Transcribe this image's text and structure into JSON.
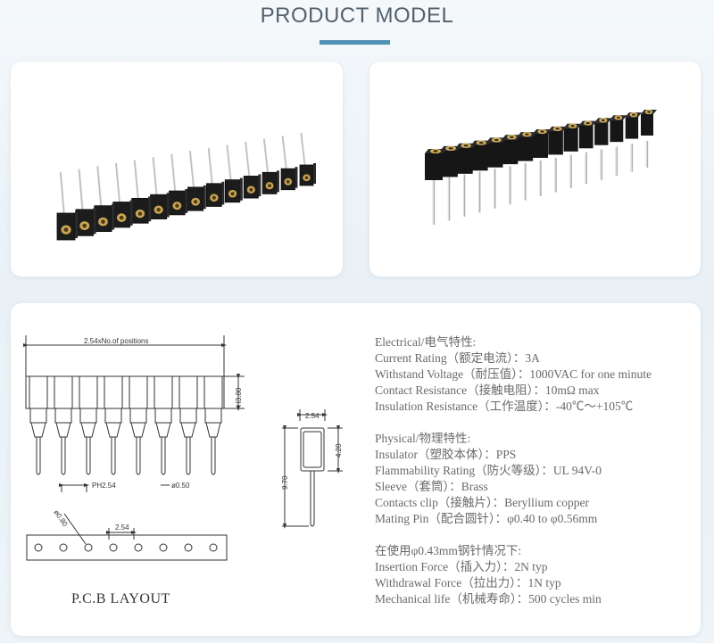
{
  "header": {
    "title": "PRODUCT MODEL"
  },
  "drawing": {
    "total_width_label": "2.54xNo.of  positions",
    "height_label": "H3.00",
    "pitch_label": "PH2.54",
    "pin_diameter_label": "ø0.50",
    "side_width_label": "2.54",
    "side_body_label": "4.20",
    "side_total_label": "9.70",
    "pcb_hole_label": "ø0.80",
    "pcb_pitch_label": "2.54",
    "pcb_layout_label": "P.C.B  LAYOUT"
  },
  "specs": {
    "electrical": [
      "Electrical/电气特性:",
      "Current Rating（额定电流）：3A",
      "Withstand Voltage（耐压值）：1000VAC for one minute",
      "Contact Resistance（接触电阻）：10mΩ max",
      "Insulation Resistance（工作温度）：-40℃～+105℃"
    ],
    "physical": [
      "Physical/物理特性:",
      "Insulator（塑胶本体）：PPS",
      "Flammability Rating（防火等级）：UL 94V-0",
      "Sleeve（套筒）：Brass",
      "Contacts clip（接触片）：Beryllium copper",
      "Mating Pin（配合圆针）：φ0.40  to φ0.56mm"
    ],
    "mechanical": [
      "在使用φ0.43mm钢针情况下:",
      "Insertion Force（插入力）：2N typ",
      "Withdrawal Force（拉出力）：1N typ",
      "Mechanical life（机械寿命）：500 cycles min"
    ]
  }
}
